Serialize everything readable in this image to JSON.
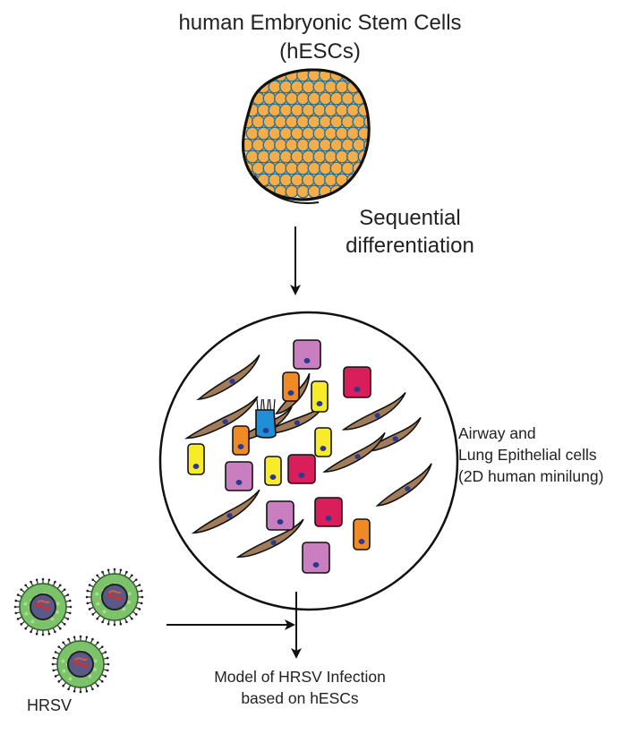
{
  "title": {
    "line1": "human Embryonic Stem Cells",
    "line2": "(hESCs)"
  },
  "step": {
    "line1": "Sequential",
    "line2": "differentiation"
  },
  "culture": {
    "line1": "Airway and",
    "line2": "Lung Epithelial cells",
    "line3": "(2D human minilung)"
  },
  "result": {
    "line1": "Model of HRSV Infection",
    "line2": "based on hESCs"
  },
  "virus": {
    "label": "HRSV"
  },
  "colors": {
    "stem_cell_fill": "#f5ad4a",
    "stem_cell_border": "#2c6f8e",
    "fibroblast": "#a27c58",
    "nucleus": "#2b3a8f",
    "cell_purple": "#c97fbf",
    "cell_orange": "#f08a25",
    "cell_yellow": "#f8ec2a",
    "cell_red": "#d91e5b",
    "cell_blue": "#1f8fd8",
    "virus_green": "#7cc26a",
    "virus_core": "#5a5a8a"
  }
}
